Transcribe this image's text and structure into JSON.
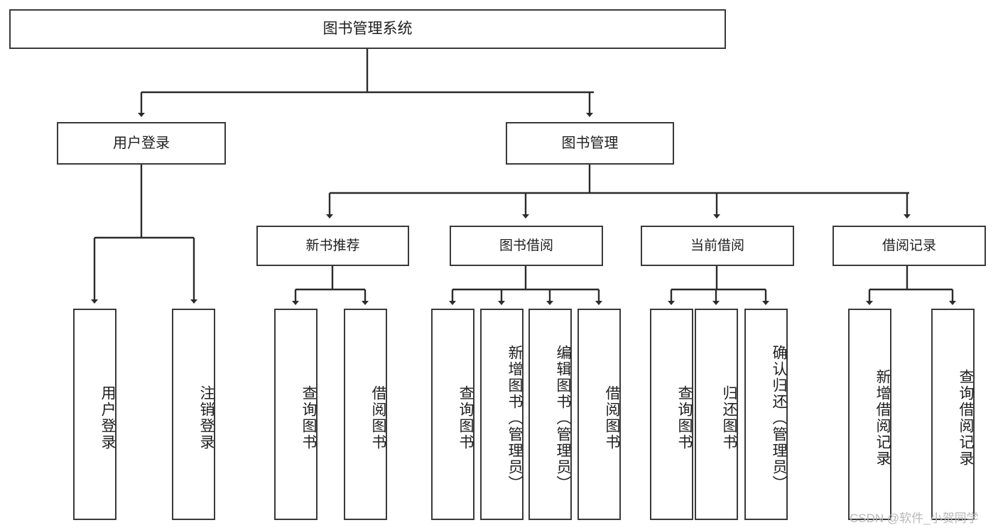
{
  "diagram": {
    "title": "图书管理系统",
    "type": "tree-hierarchy",
    "watermark": "CSDN @软件_小贺同学",
    "colors": {
      "box_border": "#3a3a3a",
      "box_fill": "#ffffff",
      "edge": "#2b2b2b",
      "text": "#1f1f1f",
      "watermark": "#b8b8b8",
      "background": "#ffffff"
    }
  },
  "root": {
    "label": "图书管理系统"
  },
  "level1": [
    {
      "label": "用户登录"
    },
    {
      "label": "图书管理"
    }
  ],
  "level2": [
    {
      "label": "新书推荐"
    },
    {
      "label": "图书借阅"
    },
    {
      "label": "当前借阅"
    },
    {
      "label": "借阅记录"
    }
  ],
  "leaves": {
    "user_login": [
      {
        "label": "用户登录"
      },
      {
        "label": "注销登录"
      }
    ],
    "new_book_recommend": [
      {
        "label": "查询图书"
      },
      {
        "label": "借阅图书"
      }
    ],
    "book_borrow": [
      {
        "label": "查询图书"
      },
      {
        "label": "新增图书（管理员）"
      },
      {
        "label": "编辑图书（管理员）"
      },
      {
        "label": "借阅图书"
      }
    ],
    "current_borrow": [
      {
        "label": "查询图书"
      },
      {
        "label": "归还图书"
      },
      {
        "label": "确认归还（管理员）"
      }
    ],
    "borrow_record": [
      {
        "label": "新增借阅记录"
      },
      {
        "label": "查询借阅记录"
      }
    ]
  }
}
